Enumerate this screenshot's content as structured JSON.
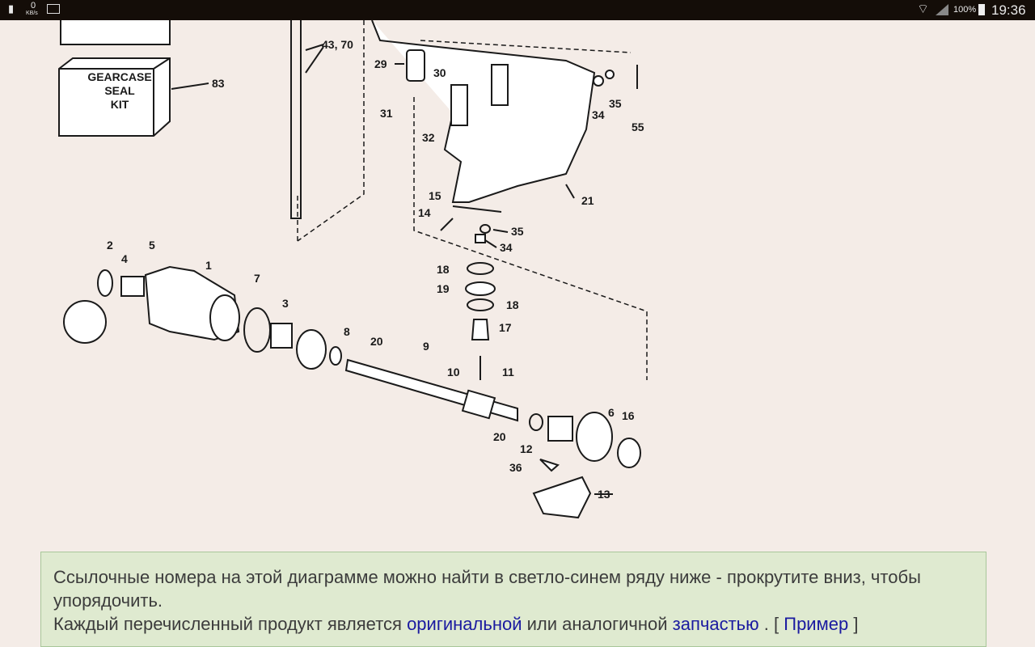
{
  "status_bar": {
    "data_rate": "0",
    "data_unit": "KB/s",
    "battery": "100%",
    "time": "19:36"
  },
  "diagram": {
    "kit_label": [
      "GEARCASE",
      "SEAL",
      "KIT"
    ],
    "callouts": [
      "83",
      "43, 70",
      "29",
      "30",
      "31",
      "32",
      "34",
      "35",
      "55",
      "21",
      "15",
      "14",
      "35",
      "34",
      "2",
      "5",
      "4",
      "1",
      "7",
      "3",
      "8",
      "20",
      "9",
      "18",
      "19",
      "18",
      "17",
      "10",
      "11",
      "20",
      "12",
      "6",
      "16",
      "36",
      "13"
    ]
  },
  "info": {
    "line1": "Ссылочные номера на этой диаграмме можно найти в светло-синем ряду ниже - прокрутите вниз, чтобы упорядочить.",
    "line2_a": "Каждый перечисленный продукт является",
    "link_original": "оригинальной",
    "line2_b": "или аналогичной",
    "link_part": "запчастью",
    "line2_c": ". [",
    "link_example": "Пример",
    "line2_d": "]"
  }
}
